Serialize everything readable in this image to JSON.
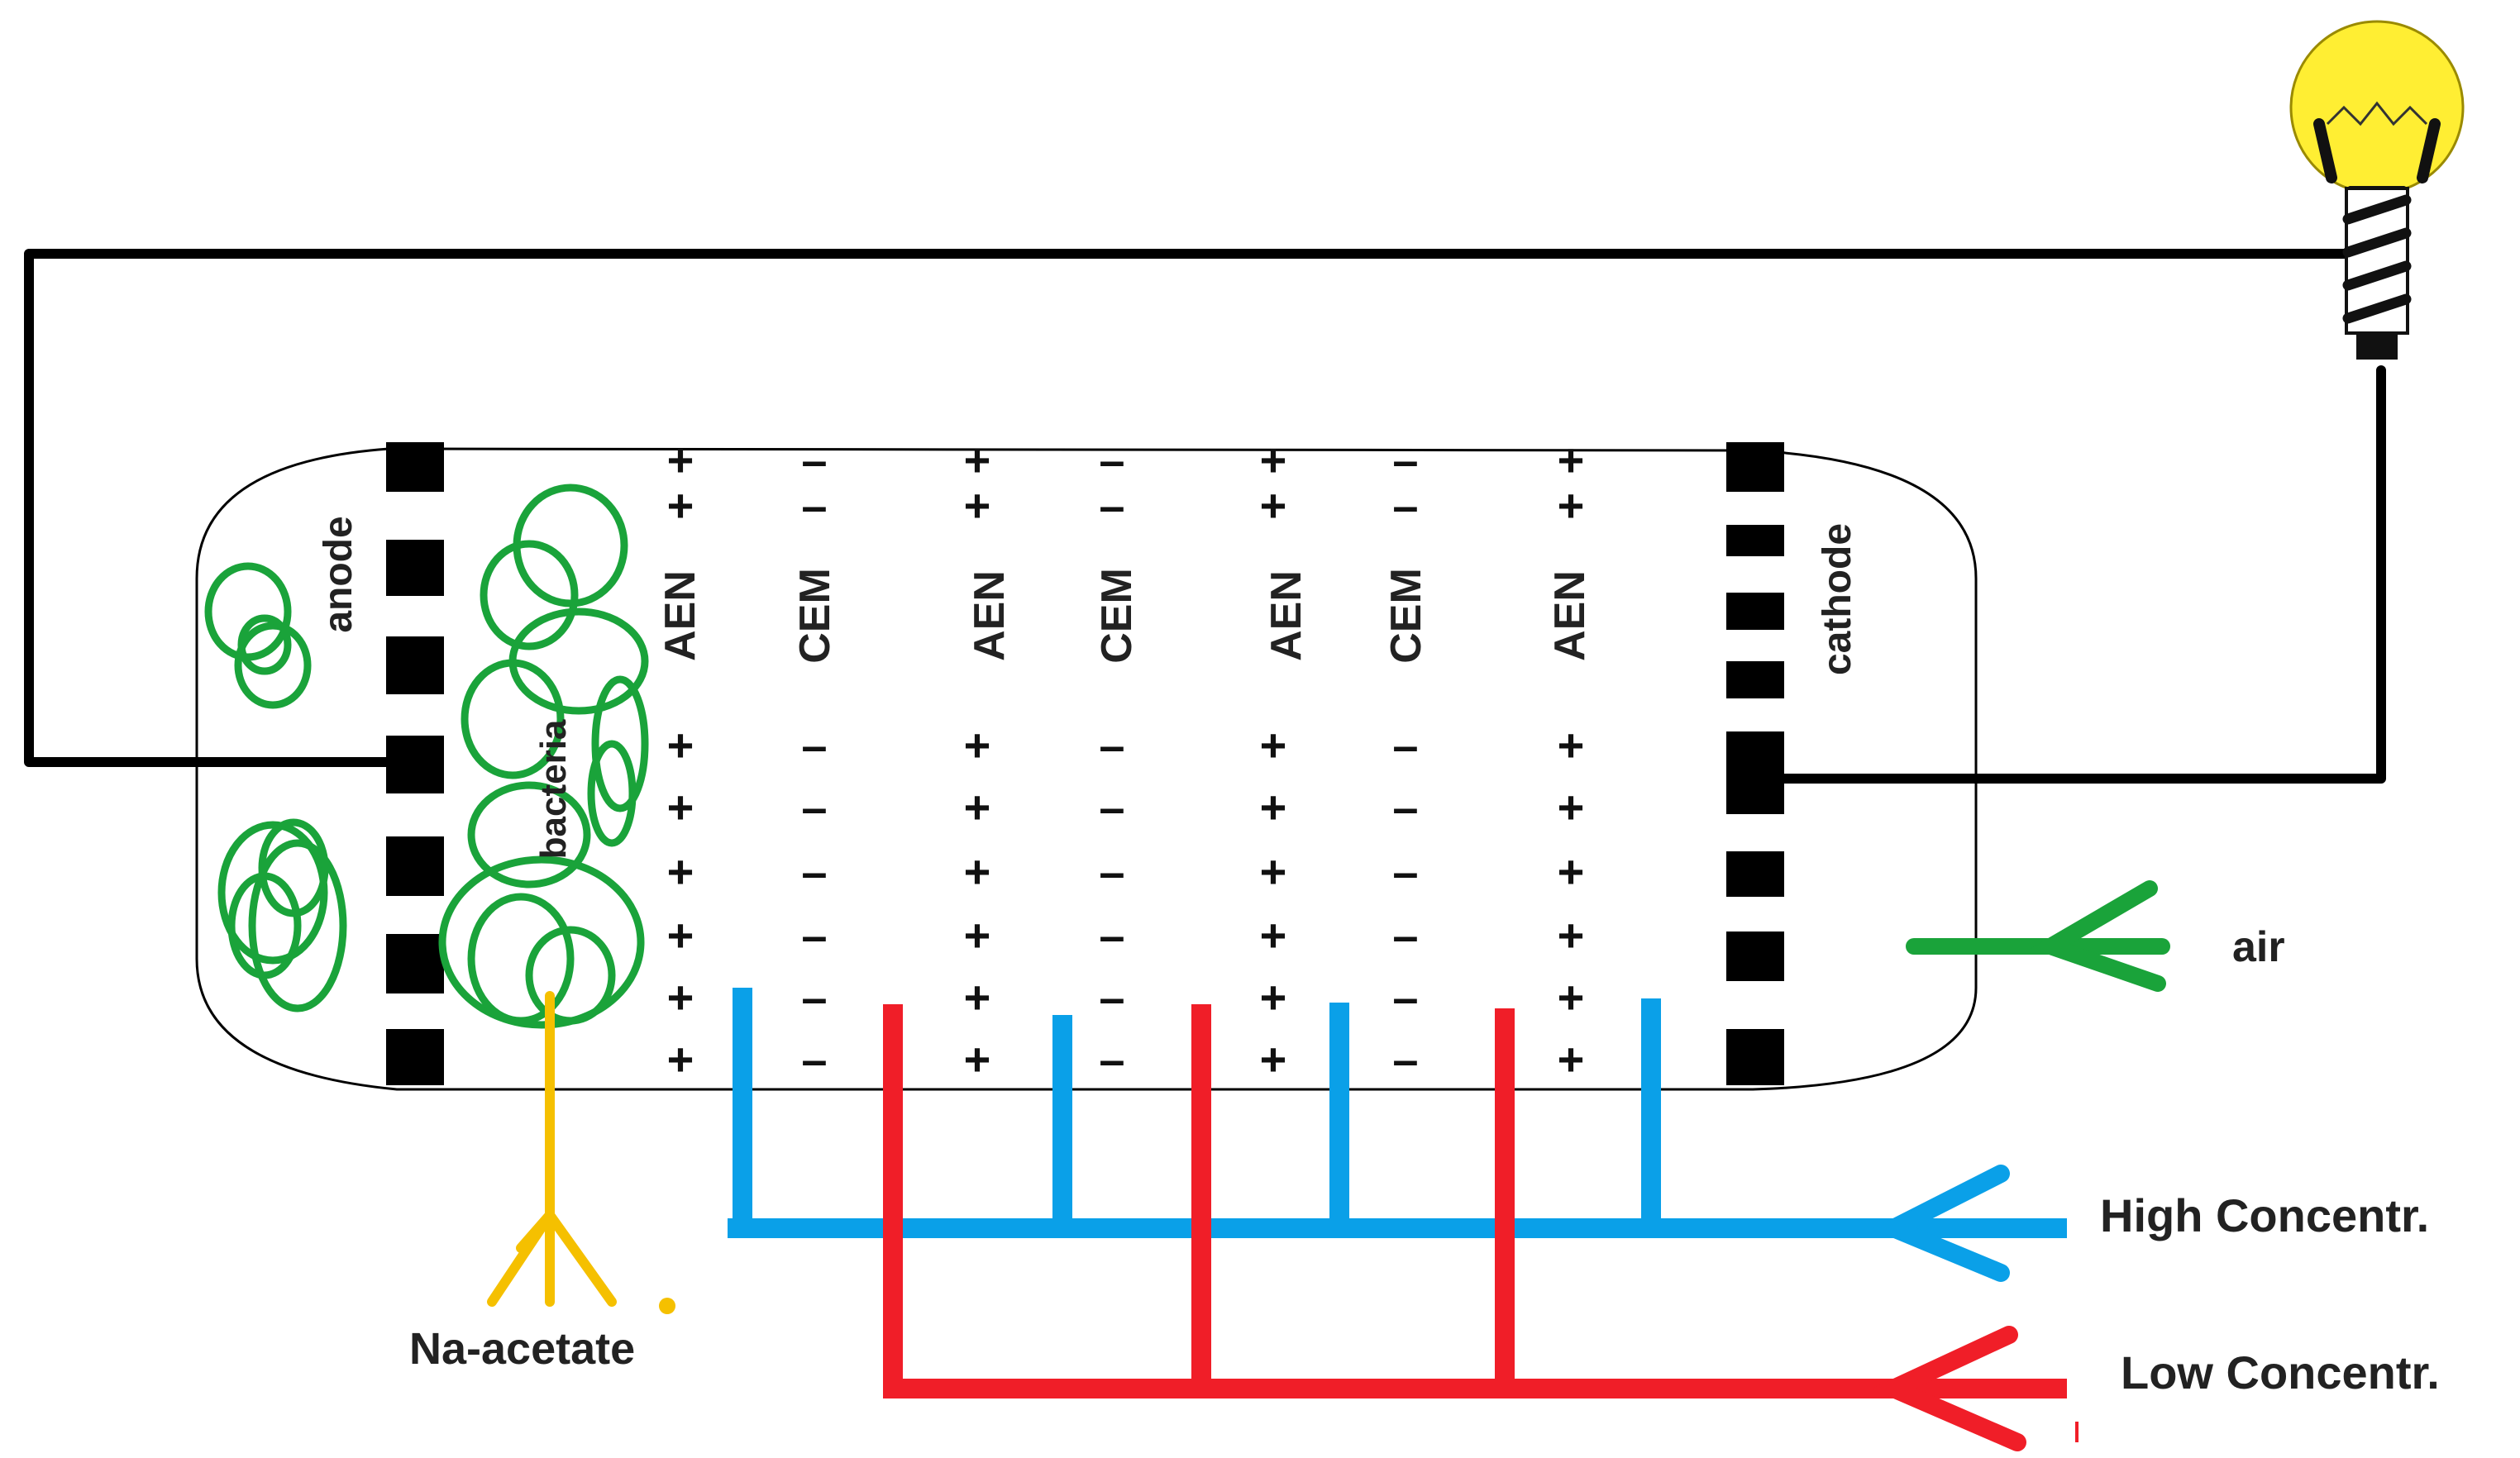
{
  "labels": {
    "anode": "anode",
    "cathode": "cathode",
    "bacteria": "bacteria",
    "air": "air",
    "high": "High Concentr.",
    "low": "Low Concentr.",
    "feed": "Na-acetate"
  },
  "membranes": [
    {
      "name": "AEN",
      "charge": "+"
    },
    {
      "name": "CEM",
      "charge": "–"
    },
    {
      "name": "AEN",
      "charge": "+"
    },
    {
      "name": "CEM",
      "charge": "–"
    },
    {
      "name": "AEN",
      "charge": "+"
    },
    {
      "name": "CEM",
      "charge": "–"
    },
    {
      "name": "AEN",
      "charge": "+"
    }
  ],
  "colors": {
    "wire": "#000000",
    "bacteria": "#1aa33a",
    "feed": "#f5c000",
    "high_stream": "#0aa0e8",
    "low_stream": "#f01e28",
    "air_stream": "#1aa33a",
    "bulb": "#ffee33"
  },
  "icons": [
    "light-bulb-icon"
  ]
}
